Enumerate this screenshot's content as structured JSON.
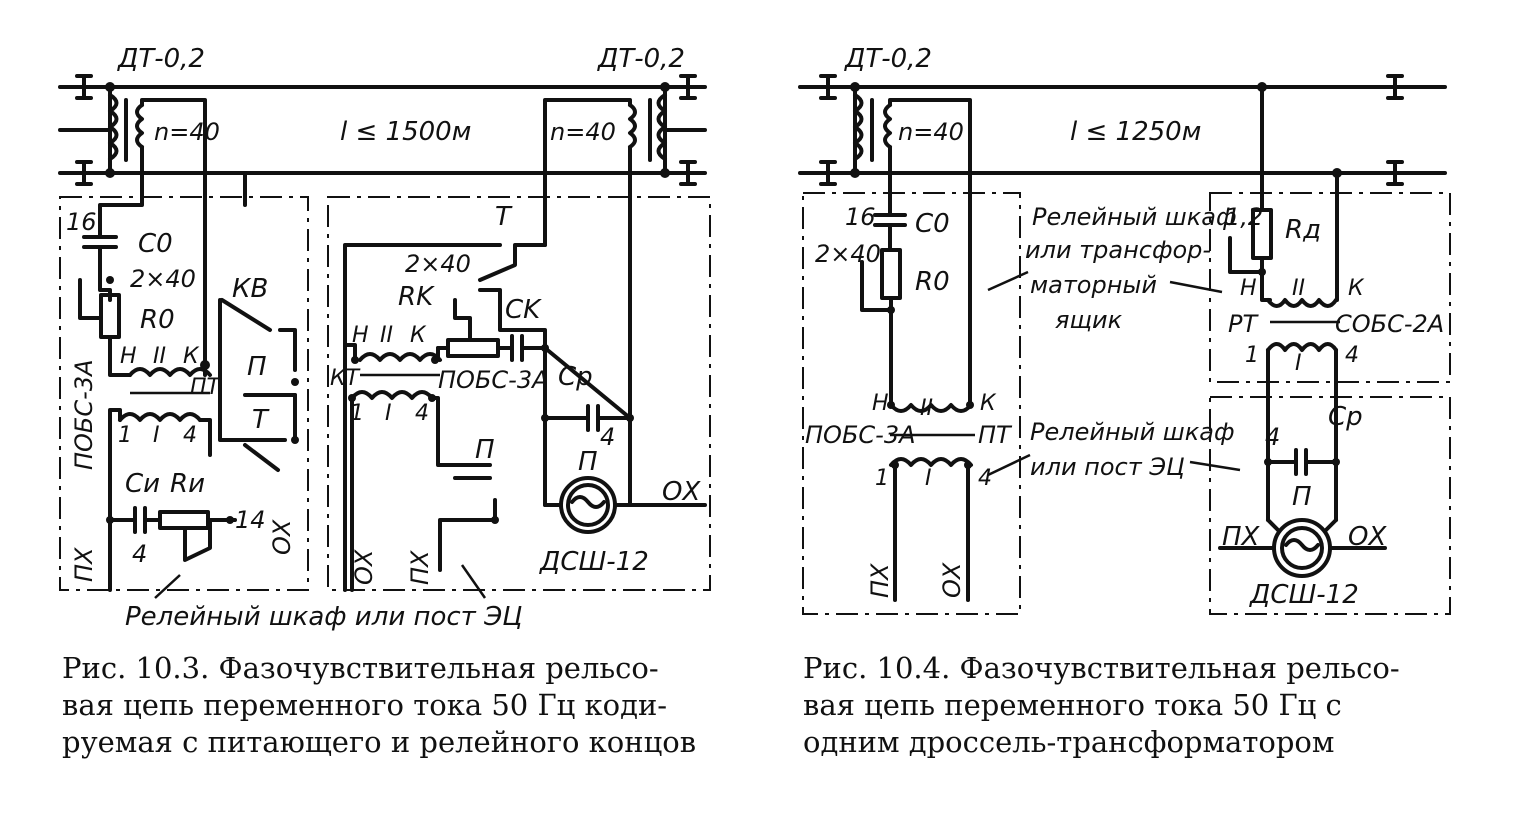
{
  "figure_left": {
    "labels": {
      "dt_left": "ДТ-0,2",
      "dt_right": "ДТ-0,2",
      "length": "l ≤ 1500м",
      "n_left": "n=40",
      "n_right": "n=40",
      "c0_val": "16",
      "c0": "C0",
      "r0_val": "2×40",
      "r0": "R0",
      "pobs_vertical": "ПОБС-3А",
      "h": "Н",
      "ii": "II",
      "k": "К",
      "pt": "ПТ",
      "t1": "1",
      "i": "I",
      "t4": "4",
      "kv": "КВ",
      "p_relay": "П",
      "t_relay": "Т",
      "ci": "Cи",
      "ri": "Rи",
      "ci_val": "4",
      "ri_val": "14",
      "px": "ПХ",
      "ox": "ОХ",
      "t_contact": "T",
      "rk_val": "2×40",
      "rk": "RK",
      "ck": "CK",
      "h2": "Н",
      "ii2": "II",
      "k2": "К",
      "kt": "КТ",
      "pobs_right": "ПОБС-3А",
      "t1b": "1",
      "ib": "I",
      "t4b": "4",
      "cp": "Cp",
      "cp_val": "4",
      "p_contact": "П",
      "p_motor": "П",
      "ox_line": "ОХ",
      "ox_vertical": "ОХ",
      "px_vertical": "ПХ",
      "dsh": "ДСШ-12",
      "relay_cabinet": "Релейный шкаф или пост ЭЦ"
    },
    "caption": "Рис. 10.3. Фазочувствительная рельсо-\nвая цепь переменного тока 50 Гц коди-\nруемая с питающего и релейного концов"
  },
  "figure_right": {
    "labels": {
      "dt": "ДТ-0,2",
      "length": "l ≤ 1250м",
      "n": "n=40",
      "c0_val": "16",
      "c0": "C0",
      "r0_val": "2×40",
      "r0": "R0",
      "h": "Н",
      "ii": "II",
      "k": "К",
      "pobs": "ПОБС-3А",
      "pt": "ПТ",
      "t1": "1",
      "i": "I",
      "t4": "4",
      "px": "ПХ",
      "ox": "ОХ",
      "cabinet_1": "Релейный шкаф",
      "cabinet_2": "или трансфор-",
      "cabinet_3": "маторный",
      "cabinet_4": "ящик",
      "rd_val": "1,2",
      "rd": "Rд",
      "h2": "Н",
      "ii2": "II",
      "k2": "К",
      "rt": "РТ",
      "sobs": "СОБС-2А",
      "t1b": "1",
      "ib": "I",
      "t4b": "4",
      "relay_1": "Релейный шкаф",
      "relay_2": "или пост ЭЦ",
      "cp_val": "4",
      "cp": "Cp",
      "p_motor": "П",
      "px2": "ПХ",
      "ox2": "ОХ",
      "dsh": "ДСШ-12"
    },
    "caption": "Рис. 10.4. Фазочувствительная рельсо-\nвая цепь переменного тока 50 Гц с\nодним дроссель-трансформатором"
  }
}
